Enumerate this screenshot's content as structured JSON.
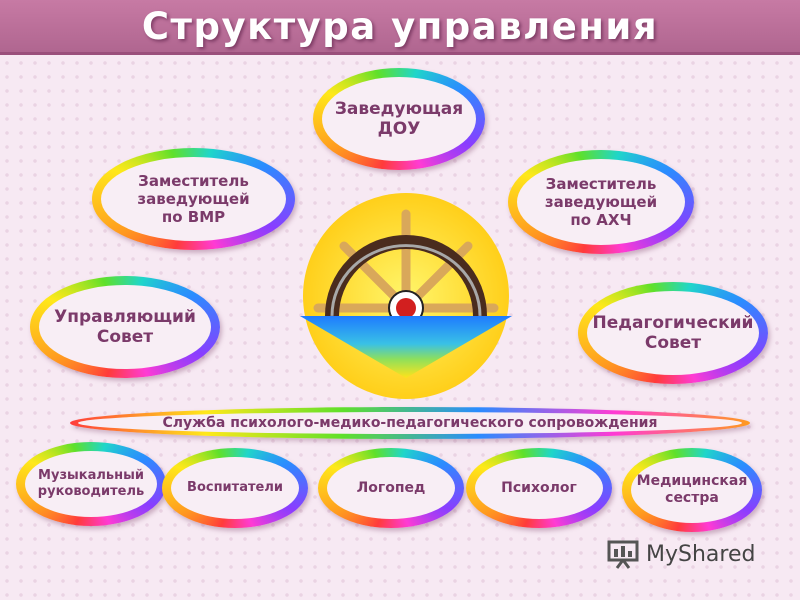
{
  "title": "Структура управления",
  "nodes": {
    "head": [
      "Заведующая",
      "ДОУ"
    ],
    "deputy_vmr": [
      "Заместитель",
      "заведующей",
      "по ВМР"
    ],
    "deputy_ahch": [
      "Заместитель",
      "заведующей",
      "по АХЧ"
    ],
    "managing_council": [
      "Управляющий",
      "Совет"
    ],
    "pedagogical_council": [
      "Педагогический",
      "Совет"
    ],
    "support_service": "Служба психолого-медико-педагогического сопровождения",
    "staff": [
      [
        "Музыкальный",
        "руководитель"
      ],
      [
        "Воспитатели"
      ],
      [
        "Логопед"
      ],
      [
        "Психолог"
      ],
      [
        "Медицинская",
        "сестра"
      ]
    ]
  },
  "watermark": "MyShared",
  "colors": {
    "title_bar": "#b06690",
    "label_text": "#7b3a6a",
    "background": "#f7e9f3"
  },
  "icons": {
    "center": "ship-wheel-icon",
    "logo": "presentation-board-icon"
  }
}
